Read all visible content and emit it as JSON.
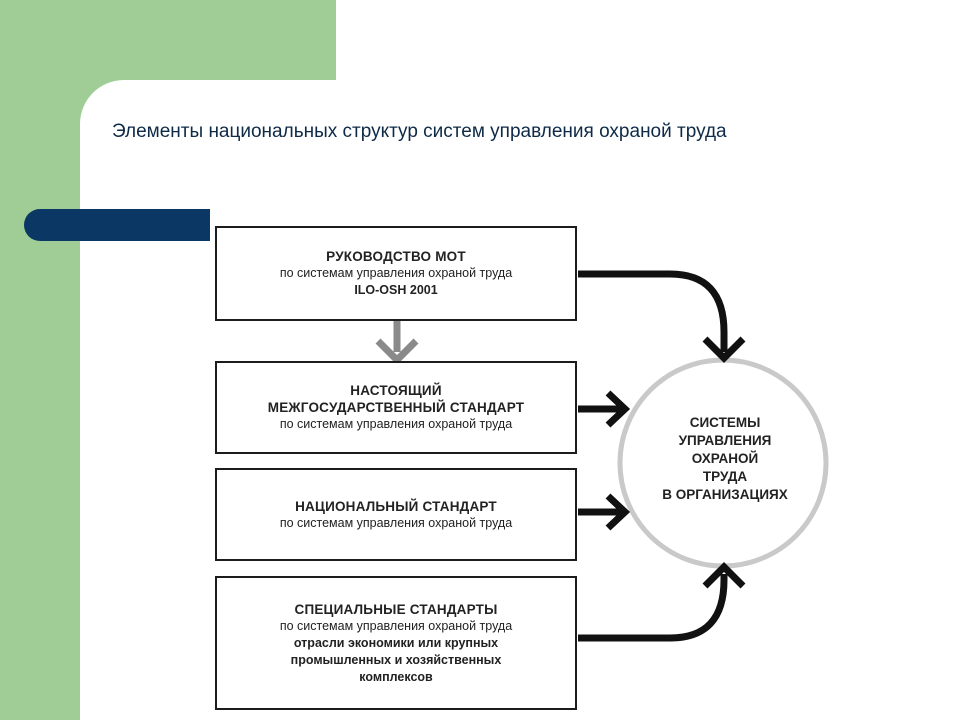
{
  "slide": {
    "title": "Элементы национальных структур систем управления охраной труда"
  },
  "diagram": {
    "boxes": [
      {
        "lines": [
          "РУКОВОДСТВО МОТ",
          "по системам управления охраной труда",
          "ILO-OSH 2001"
        ]
      },
      {
        "lines": [
          "НАСТОЯЩИЙ",
          "МЕЖГОСУДАРСТВЕННЫЙ СТАНДАРТ",
          "по системам управления охраной труда"
        ]
      },
      {
        "lines": [
          "НАЦИОНАЛЬНЫЙ СТАНДАРТ",
          "по системам управления охраной труда"
        ]
      },
      {
        "lines": [
          "СПЕЦИАЛЬНЫЕ СТАНДАРТЫ",
          "по системам управления охраной труда",
          "отрасли экономики или крупных",
          "промышленных и хозяйственных",
          "комплексов"
        ]
      }
    ],
    "circle": {
      "lines": [
        "СИСТЕМЫ",
        "УПРАВЛЕНИЯ",
        "ОХРАНОЙ",
        "ТРУДА",
        "В ОРГАНИЗАЦИЯХ"
      ]
    }
  },
  "colors": {
    "green": "#9fcd95",
    "navy": "#0a3763",
    "arrow": "#111111",
    "circle": "#c9c9c9",
    "gray_arrow": "#8a8a8a"
  }
}
